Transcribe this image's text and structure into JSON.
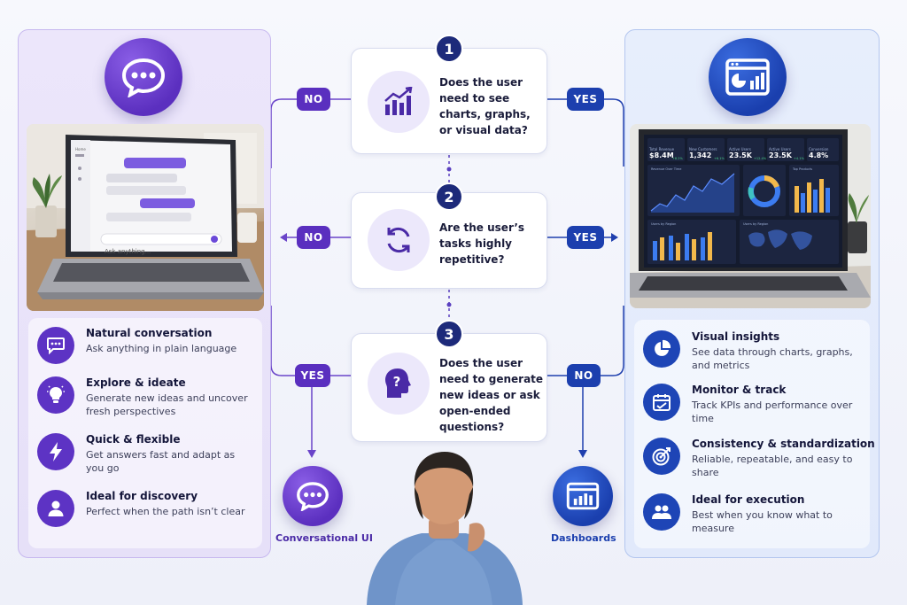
{
  "questions": [
    {
      "number": "1",
      "text": "Does the user need to see charts, graphs, or visual data?",
      "no_label": "NO",
      "yes_label": "YES"
    },
    {
      "number": "2",
      "text": "Are the user’s tasks highly repetitive?",
      "no_label": "NO",
      "yes_label": "YES"
    },
    {
      "number": "3",
      "text": "Does the user need to generate new ideas or ask open-ended questions?",
      "yes_label": "YES",
      "no_label": "NO"
    }
  ],
  "left_features": [
    {
      "title": "Natural conversation",
      "desc": "Ask anything in plain language",
      "icon": "chat-icon"
    },
    {
      "title": "Explore & ideate",
      "desc": "Generate new ideas and uncover fresh perspectives",
      "icon": "lightbulb-icon"
    },
    {
      "title": "Quick & flexible",
      "desc": "Get answers fast and adapt as you go",
      "icon": "lightning-icon"
    },
    {
      "title": "Ideal for discovery",
      "desc": "Perfect when the path isn’t clear",
      "icon": "person-icon"
    }
  ],
  "right_features": [
    {
      "title": "Visual insights",
      "desc": "See data through charts, graphs, and metrics",
      "icon": "pie-chart-icon"
    },
    {
      "title": "Monitor & track",
      "desc": "Track KPIs and performance over time",
      "icon": "calendar-check-icon"
    },
    {
      "title": "Consistency & standardization",
      "desc": "Reliable, repeatable, and easy to share",
      "icon": "target-icon"
    },
    {
      "title": "Ideal for execution",
      "desc": "Best when you know what to measure",
      "icon": "team-icon"
    }
  ],
  "outcomes": {
    "left": "Conversational UI",
    "right": "Dashboards"
  },
  "laptop_left": {
    "input_placeholder": "Ask anything...",
    "sidebar_label": "Home"
  },
  "laptop_right": {
    "kpis": [
      {
        "label": "Total Revenue",
        "value": "$8.4M",
        "delta": "+8.2%"
      },
      {
        "label": "New Customers",
        "value": "1,342",
        "delta": "+6.1%"
      },
      {
        "label": "Active Users",
        "value": "23.5K",
        "delta": "+12.4%"
      },
      {
        "label": "Active Users",
        "value": "23.5K",
        "delta": "+4.1%"
      },
      {
        "label": "Conversion",
        "value": "4.8%",
        "delta": ""
      }
    ],
    "panel_titles": [
      "Revenue Over Time",
      "Top Products",
      "Users by Region",
      "Users by Region"
    ]
  },
  "colors": {
    "purple": "#5a2fbf",
    "blue": "#1c3fae",
    "navy": "#1d2a7a",
    "left_panel_bg": "#ece6fb",
    "right_panel_bg": "#e7eefc"
  }
}
